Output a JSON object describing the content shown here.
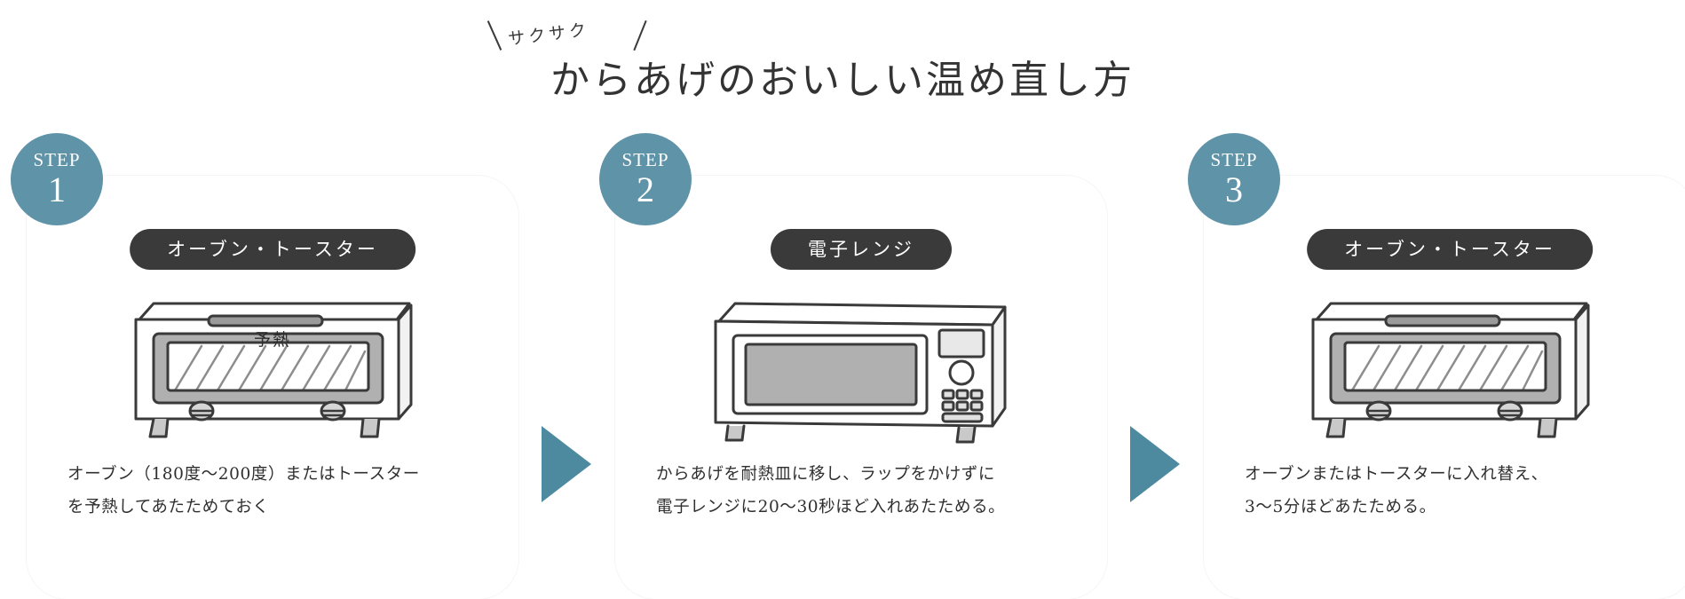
{
  "header": {
    "kicker": "サクサク",
    "title": "からあげのおいしい温め直し方"
  },
  "colors": {
    "badge": "#5f93a8",
    "arrow": "#4d8aa0",
    "pill": "#3a3a3a",
    "text": "#2f2f2f",
    "background": "#ffffff"
  },
  "steps": [
    {
      "badge_word": "STEP",
      "badge_number": "1",
      "appliance": "オーブン・トースター",
      "illustration": "toaster-oven-icon",
      "illustration_label": "予熱",
      "description_lines": [
        "オーブン（180度〜200度）またはトースター",
        "を予熱してあたためておく"
      ]
    },
    {
      "badge_word": "STEP",
      "badge_number": "2",
      "appliance": "電子レンジ",
      "illustration": "microwave-icon",
      "illustration_label": "",
      "description_lines": [
        "からあげを耐熱皿に移し、ラップをかけずに",
        "電子レンジに20〜30秒ほど入れあたためる。"
      ]
    },
    {
      "badge_word": "STEP",
      "badge_number": "3",
      "appliance": "オーブン・トースター",
      "illustration": "toaster-oven-icon",
      "illustration_label": "",
      "description_lines": [
        "オーブンまたはトースターに入れ替え、",
        "3〜5分ほどあたためる。"
      ]
    }
  ],
  "arrows": [
    {
      "name": "arrow-step1-to-step2"
    },
    {
      "name": "arrow-step2-to-step3"
    }
  ]
}
